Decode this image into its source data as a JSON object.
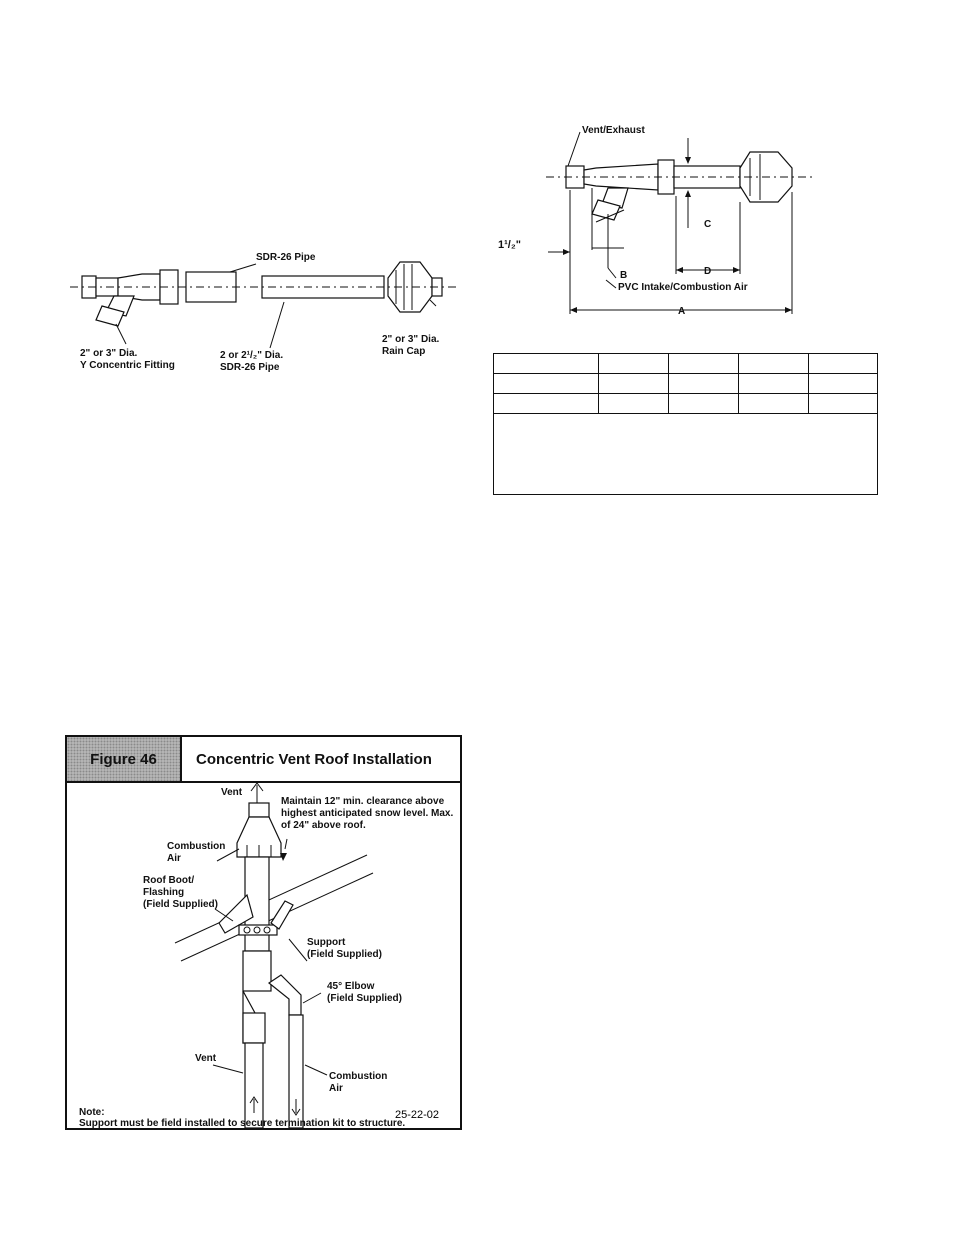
{
  "fig_kit": {
    "pipe_label": "SDR-26 Pipe",
    "fitting_label_1": "2\" or 3\" Dia.",
    "fitting_label_2": "Y Concentric Fitting",
    "pipe2_label_1": "2 or 2¹/₂\" Dia.",
    "pipe2_label_2": "SDR-26 Pipe",
    "cap_label_1": "2\" or 3\" Dia.",
    "cap_label_2": "Rain Cap"
  },
  "fig_dims": {
    "vent_exhaust": "Vent/Exhaust",
    "offset_label": "1¹/₂\"",
    "dim_a": "A",
    "dim_b": "B",
    "dim_c": "C",
    "dim_d": "D",
    "pvc_label": "PVC Intake/Combustion Air"
  },
  "spec_table": {
    "rows": [
      [
        "",
        "",
        "",
        "",
        ""
      ],
      [
        "",
        "",
        "",
        "",
        ""
      ],
      [
        "",
        "",
        "",
        "",
        ""
      ]
    ],
    "note": ""
  },
  "figure46": {
    "number": "Figure 46",
    "title": "Concentric Vent Roof Installation",
    "vent_top": "Vent",
    "clearance_1": "Maintain 12\" min. clearance above",
    "clearance_2": "highest anticipated snow level. Max.",
    "clearance_3": "of 24\" above roof.",
    "combustion_air_1": "Combustion",
    "combustion_air_2": "Air",
    "roof_boot_1": "Roof Boot/",
    "roof_boot_2": "Flashing",
    "roof_boot_3": "(Field Supplied)",
    "support_1": "Support",
    "support_2": "(Field Supplied)",
    "elbow_1": "45° Elbow",
    "elbow_2": "(Field Supplied)",
    "vent_bottom": "Vent",
    "combustion_bottom_1": "Combustion",
    "combustion_bottom_2": "Air",
    "note_label": "Note:",
    "note_text": "Support must be field installed to secure termination kit to structure.",
    "code": "25-22-02"
  }
}
